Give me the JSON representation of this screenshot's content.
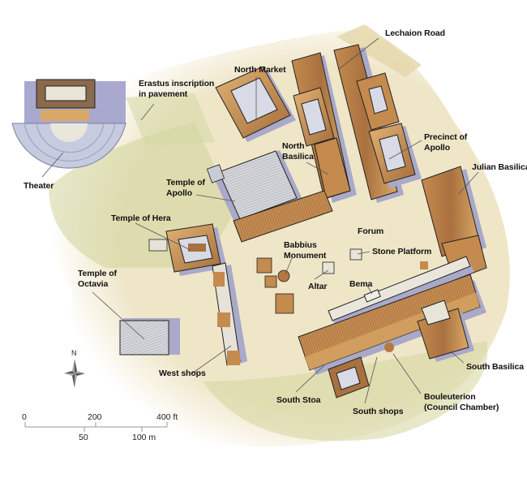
{
  "map": {
    "title": "Ancient Corinth site plan",
    "colors": {
      "ground_paved": "#f1e9cf",
      "ground_grass": "#cfd49a",
      "roof_light": "#d9a866",
      "roof_dark": "#a8713f",
      "shadow": "#a9a9c9",
      "stone_gray": "#c8ccd4",
      "outline": "#1a1a1a",
      "leader_line": "#555555"
    },
    "labels": [
      {
        "id": "lechaion-road",
        "text": "Lechaion Road"
      },
      {
        "id": "north-market",
        "text": "North Market"
      },
      {
        "id": "erastus-inscription",
        "text": "Erastus inscription\nin pavement"
      },
      {
        "id": "precinct-of-apollo",
        "text": "Precinct of\nApollo"
      },
      {
        "id": "north-basilica",
        "text": "North\nBasilica"
      },
      {
        "id": "julian-basilica",
        "text": "Julian Basilica"
      },
      {
        "id": "theater",
        "text": "Theater"
      },
      {
        "id": "temple-of-apollo",
        "text": "Temple of\nApollo"
      },
      {
        "id": "temple-of-hera",
        "text": "Temple of Hera"
      },
      {
        "id": "forum",
        "text": "Forum"
      },
      {
        "id": "babbius-monument",
        "text": "Babbius\nMonument"
      },
      {
        "id": "stone-platform",
        "text": "Stone Platform"
      },
      {
        "id": "temple-of-octavia",
        "text": "Temple of\nOctavia"
      },
      {
        "id": "altar",
        "text": "Altar"
      },
      {
        "id": "bema",
        "text": "Bema"
      },
      {
        "id": "west-shops",
        "text": "West shops"
      },
      {
        "id": "south-basilica",
        "text": "South Basilica"
      },
      {
        "id": "south-stoa",
        "text": "South Stoa"
      },
      {
        "id": "south-shops",
        "text": "South shops"
      },
      {
        "id": "bouleuterion",
        "text": "Bouleuterion\n(Council Chamber)"
      }
    ],
    "compass": {
      "north_label": "N"
    },
    "scale_bar": {
      "feet_ticks": [
        "0",
        "200",
        "400 ft"
      ],
      "meter_ticks": [
        "50",
        "100 m"
      ]
    }
  }
}
